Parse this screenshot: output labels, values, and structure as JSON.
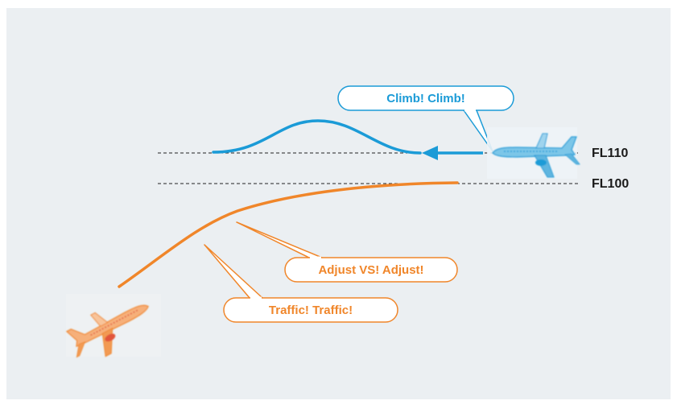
{
  "colors": {
    "background": "#ebeff2",
    "upper_aircraft": "#1b9bd7",
    "lower_aircraft": "#f0862a",
    "level_line": "#222222"
  },
  "levels": {
    "upper": "FL110",
    "lower": "FL100"
  },
  "callouts": {
    "climb": "Climb! Climb!",
    "adjust": "Adjust VS! Adjust!",
    "traffic": "Traffic! Traffic!"
  },
  "icons": {
    "upper_aircraft": "airplane-icon",
    "lower_aircraft": "airplane-icon",
    "direction": "arrow-left-icon"
  }
}
